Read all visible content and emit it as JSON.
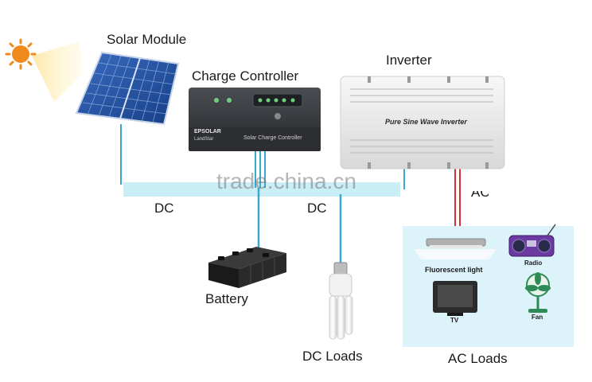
{
  "labels": {
    "solar_module": "Solar Module",
    "charge_controller": "Charge Controller",
    "inverter": "Inverter",
    "dc_left": "DC",
    "dc_right": "DC",
    "ac_partial": "AC",
    "battery": "Battery",
    "dc_loads": "DC Loads",
    "ac_loads": "AC Loads",
    "watermark": "trade.china.cn"
  },
  "controller": {
    "brand": "EPSOLAR",
    "sub_brand": "LandStar",
    "caption": "Solar Charge Controller"
  },
  "inverter_device": {
    "caption": "Pure Sine Wave Inverter"
  },
  "ac_appliances": {
    "fluorescent": "Fluorescent light",
    "radio": "Radio",
    "tv": "TV",
    "fan": "Fan"
  },
  "colors": {
    "sun": "#f08a1c",
    "sun_rays": "#fde9a8",
    "solar_panel": "#1e4fa0",
    "dc_line": "#c9eef5",
    "wire": "#3aa8d0",
    "ac_wire": "#d9302c",
    "ac_box": "#dcf3fa"
  },
  "icons": [
    "sun-icon",
    "solar-panel-icon",
    "battery-icon",
    "bulb-icon",
    "radio-icon",
    "tv-icon",
    "fan-icon",
    "fluorescent-lamp-icon"
  ]
}
